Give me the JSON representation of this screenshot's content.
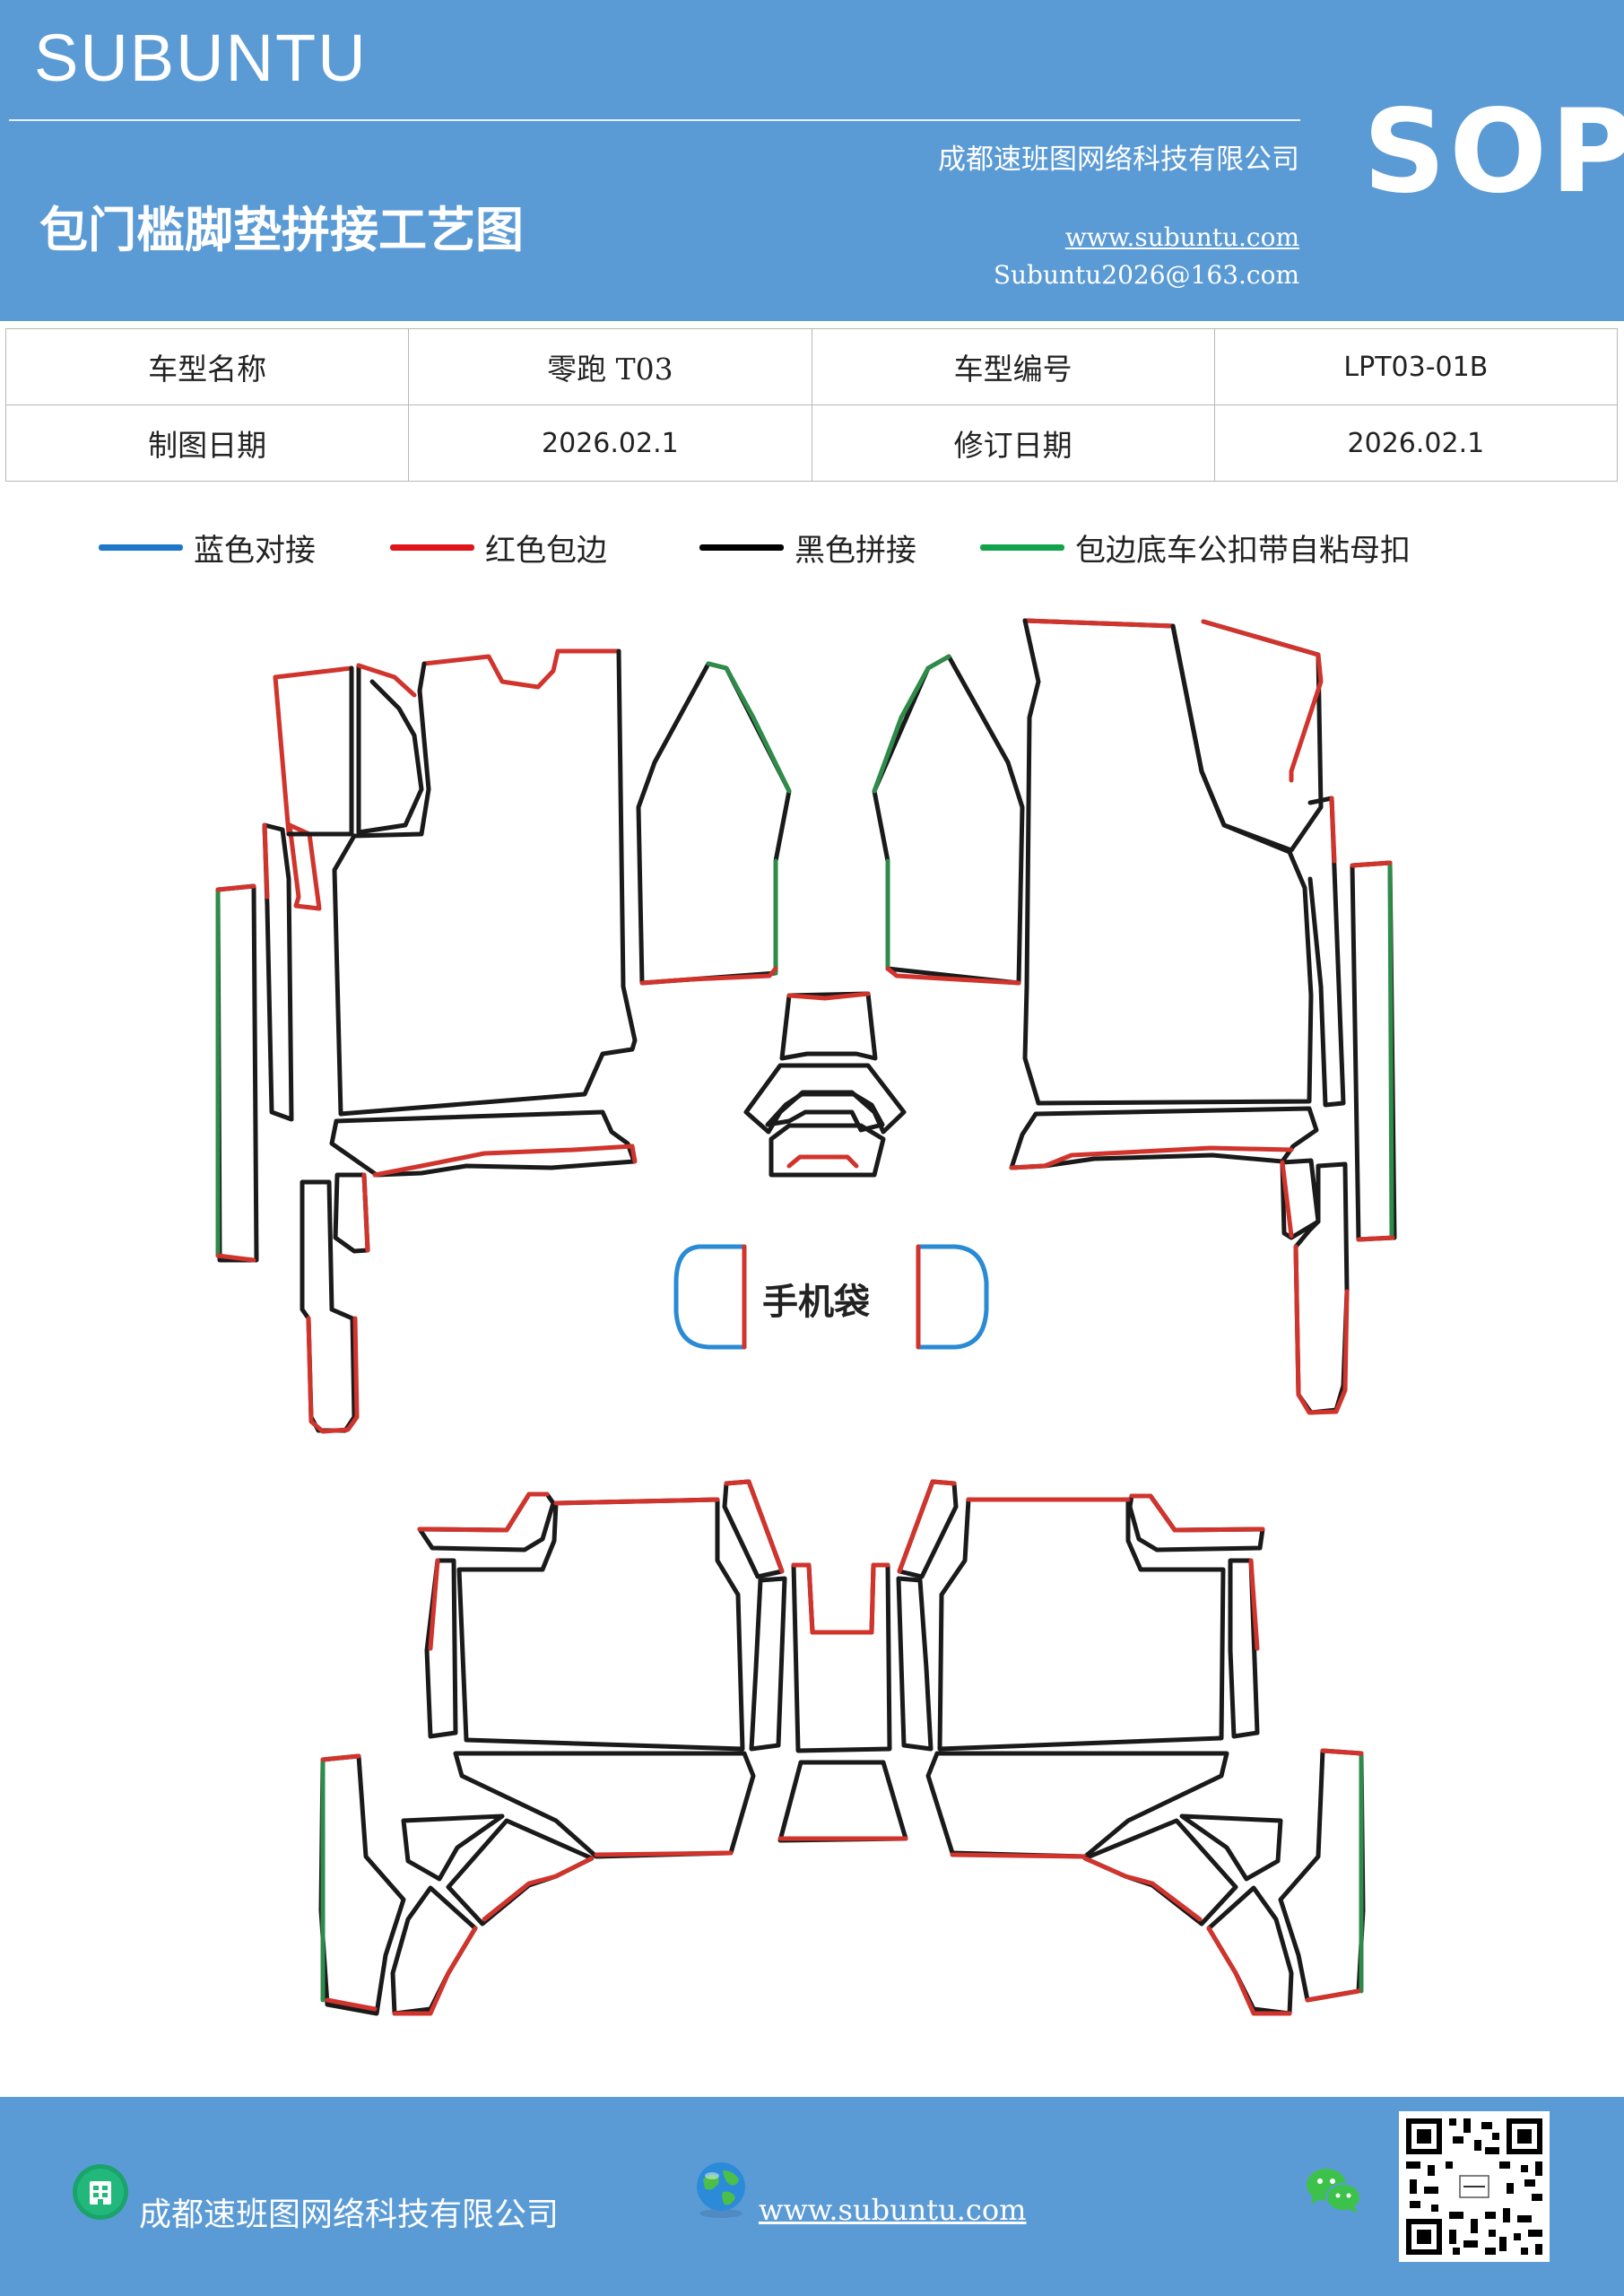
{
  "header": {
    "brand": "SUBUNTU",
    "company": "成都速班图网络科技有限公司",
    "title": "包门槛脚垫拼接工艺图",
    "website": "www.subuntu.com",
    "email": "Subuntu2026@163.com",
    "badge": "SOP"
  },
  "info_table": {
    "rows": [
      {
        "label1": "车型名称",
        "value1": "零跑 T03",
        "label2": "车型编号",
        "value2": "LPT03-01B"
      },
      {
        "label1": "制图日期",
        "value1": "2026.02.1",
        "label2": "修订日期",
        "value2": "2026.02.1"
      }
    ]
  },
  "legend": [
    {
      "label": "蓝色对接",
      "color": "#1f77c8"
    },
    {
      "label": "红色包边",
      "color": "#e0141a"
    },
    {
      "label": "黑色拼接",
      "color": "#000000"
    },
    {
      "label": "包边底车公扣带自粘母扣",
      "color": "#11a34a"
    }
  ],
  "diagram": {
    "phone_pocket_label": "手机袋",
    "stroke_colors": {
      "blue": "#2a8ad4",
      "red": "#d0342c",
      "black": "#1a1a1a",
      "green": "#2e8b4a"
    }
  },
  "footer": {
    "company": "成都速班图网络科技有限公司",
    "website": "www.subuntu.com"
  },
  "icons": {
    "building": "building-icon",
    "globe": "globe-icon",
    "wechat": "wechat-icon",
    "qr": "qr-code"
  }
}
